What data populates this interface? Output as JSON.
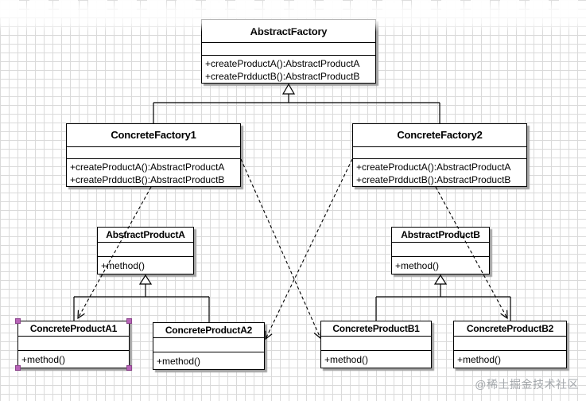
{
  "classes": [
    {
      "name": "AbstractFactory",
      "attributes": [],
      "methods": [
        "+createProductA():AbstractProductA",
        "+createPrdductB():AbstractProductB"
      ],
      "selected": false
    },
    {
      "name": "ConcreteFactory1",
      "attributes": [],
      "methods": [
        "+createProductA():AbstractProductA",
        "+createPrdductB():AbstractProductB"
      ],
      "selected": false
    },
    {
      "name": "ConcreteFactory2",
      "attributes": [],
      "methods": [
        "+createProductA():AbstractProductA",
        "+createPrdductB():AbstractProductB"
      ],
      "selected": false
    },
    {
      "name": "AbstractProductA",
      "attributes": [],
      "methods": [
        "+method()"
      ],
      "selected": false
    },
    {
      "name": "AbstractProductB",
      "attributes": [],
      "methods": [
        "+method()"
      ],
      "selected": false
    },
    {
      "name": "ConcreteProductA1",
      "attributes": [],
      "methods": [
        "+method()"
      ],
      "selected": true
    },
    {
      "name": "ConcreteProductA2",
      "attributes": [],
      "methods": [
        "+method()"
      ],
      "selected": false
    },
    {
      "name": "ConcreteProductB1",
      "attributes": [],
      "methods": [
        "+method()"
      ],
      "selected": false
    },
    {
      "name": "ConcreteProductB2",
      "attributes": [],
      "methods": [
        "+method()"
      ],
      "selected": false
    }
  ],
  "relations": [
    {
      "type": "generalization",
      "from": "ConcreteFactory1",
      "to": "AbstractFactory"
    },
    {
      "type": "generalization",
      "from": "ConcreteFactory2",
      "to": "AbstractFactory"
    },
    {
      "type": "generalization",
      "from": "ConcreteProductA1",
      "to": "AbstractProductA"
    },
    {
      "type": "generalization",
      "from": "ConcreteProductA2",
      "to": "AbstractProductA"
    },
    {
      "type": "generalization",
      "from": "ConcreteProductB1",
      "to": "AbstractProductB"
    },
    {
      "type": "generalization",
      "from": "ConcreteProductB2",
      "to": "AbstractProductB"
    },
    {
      "type": "dependency",
      "from": "ConcreteFactory1",
      "to": "ConcreteProductA1"
    },
    {
      "type": "dependency",
      "from": "ConcreteFactory1",
      "to": "ConcreteProductB1"
    },
    {
      "type": "dependency",
      "from": "ConcreteFactory2",
      "to": "ConcreteProductA2"
    },
    {
      "type": "dependency",
      "from": "ConcreteFactory2",
      "to": "ConcreteProductB2"
    }
  ],
  "watermark": {
    "text": "@稀土掘金技术社区"
  },
  "colors": {
    "grid_line": "#dadada",
    "box_border": "#000000",
    "box_shadow": "#a3a3a3",
    "selection_handle": "#b763b7",
    "watermark_text": "#94999e"
  }
}
